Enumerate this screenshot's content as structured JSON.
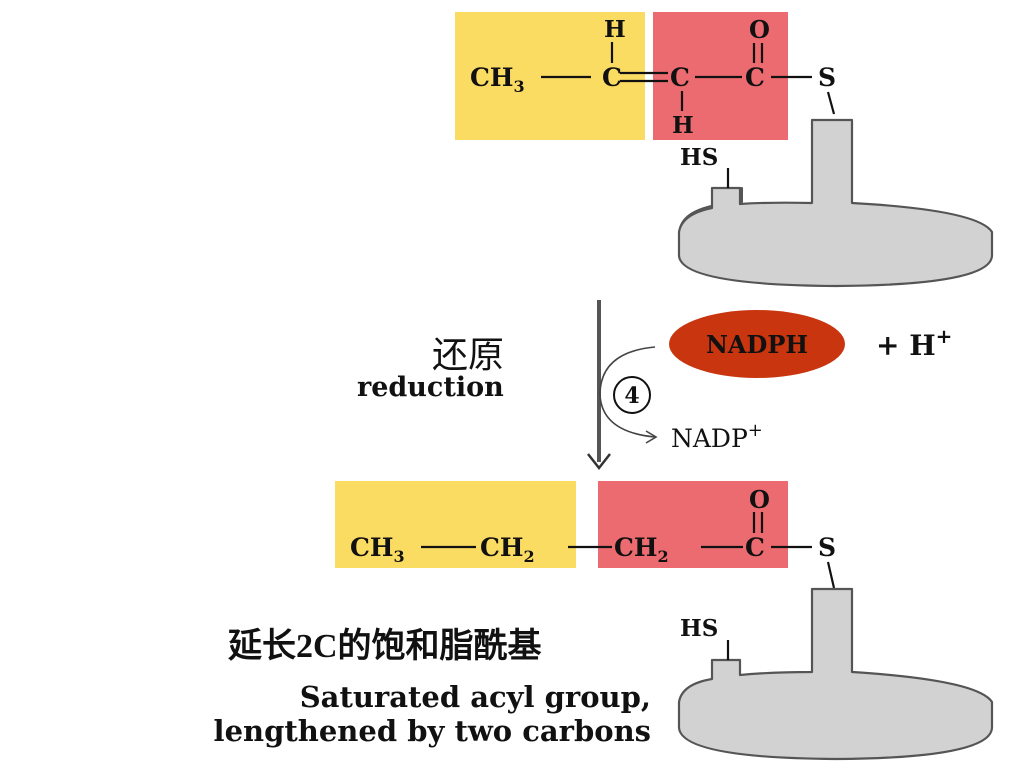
{
  "colors": {
    "yellow_box": "#fbdc62",
    "red_box": "#ec6b70",
    "nadph_oval": "#c8350f",
    "enzyme_gray": "#d2d2d2"
  },
  "top_molecule": {
    "ch3": "CH",
    "ch3_sub": "3",
    "h_top": "H",
    "c1": "C",
    "c2": "C",
    "h_bottom": "H",
    "c3": "C",
    "o": "O",
    "s": "S",
    "hs": "HS"
  },
  "reaction": {
    "label_cn": "还原",
    "label_en": "reduction",
    "step_number": "4",
    "cofactor_in": "NADPH",
    "plus_h": "+ H",
    "plus_h_sup": "+",
    "cofactor_out": "NADP",
    "cofactor_out_sup": "+"
  },
  "bottom_molecule": {
    "ch3": "CH",
    "ch3_sub": "3",
    "ch2a": "CH",
    "ch2a_sub": "2",
    "ch2b": "CH",
    "ch2b_sub": "2",
    "c": "C",
    "o": "O",
    "s": "S",
    "hs": "HS"
  },
  "caption": {
    "cn": "延长2C的饱和脂酰基",
    "en_line1": "Saturated acyl group,",
    "en_line2": "lengthened by two carbons"
  }
}
